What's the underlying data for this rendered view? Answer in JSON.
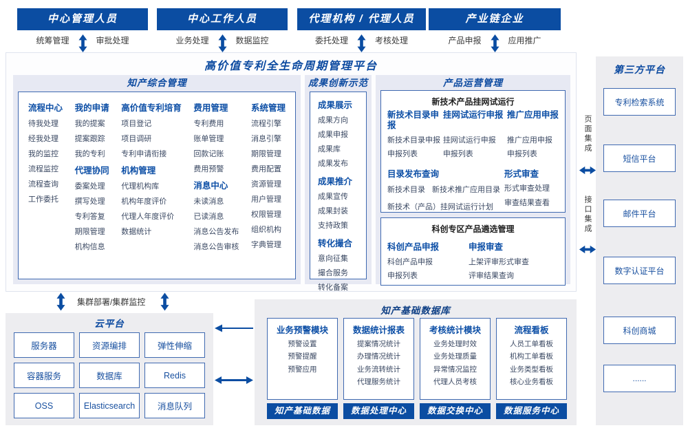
{
  "colors": {
    "primary": "#0b4da2",
    "section_bg": "#e7e9f3",
    "panel_bg": "#ededf0",
    "box_border": "#3e68b0",
    "blue_text": "#0d4fa6"
  },
  "roles": [
    {
      "title": "中心管理人员",
      "left_label": "统筹管理",
      "right_label": "审批处理"
    },
    {
      "title": "中心工作人员",
      "left_label": "业务处理",
      "right_label": "数据监控"
    },
    {
      "title": "代理机构 / 代理人员",
      "left_label": "委托处理",
      "right_label": "考核处理"
    },
    {
      "title": "产业链企业",
      "left_label": "产品申报",
      "right_label": "应用推广"
    }
  ],
  "platform": {
    "title": "高价值专利全生命周期管理平台",
    "ip": {
      "title": "知产综合管理",
      "columns": [
        {
          "groups": [
            {
              "header": "流程中心",
              "items": [
                "待我处理",
                "经我处理",
                "我的监控",
                "流程监控",
                "流程查询",
                "工作委托"
              ]
            }
          ]
        },
        {
          "groups": [
            {
              "header": "我的申请",
              "items": [
                "我的提案",
                "提案跟踪",
                "我的专利"
              ]
            },
            {
              "header": "代理协同",
              "items": [
                "委案处理",
                "撰写处理",
                "专利答复",
                "期限管理",
                "机构信息"
              ]
            }
          ]
        },
        {
          "groups": [
            {
              "header": "高价值专利培育",
              "items": [
                "项目登记",
                "项目调研",
                "专利申请衔接"
              ]
            },
            {
              "header": "机构管理",
              "items": [
                "代理机构库",
                "机构年度评价",
                "代理人年度评价",
                "数据统计"
              ]
            }
          ]
        },
        {
          "groups": [
            {
              "header": "费用管理",
              "items": [
                "专利费用",
                "账单管理",
                "回款记账",
                "费用预警"
              ]
            },
            {
              "header": "消息中心",
              "items": [
                "未读消息",
                "已读消息",
                "消息公告发布",
                "消息公告审核"
              ]
            }
          ]
        },
        {
          "groups": [
            {
              "header": "系统管理",
              "items": [
                "流程引擎",
                "消息引擎",
                "期限管理",
                "费用配置",
                "资源管理",
                "用户管理",
                "权限管理",
                "组织机构",
                "字典管理"
              ]
            }
          ]
        }
      ]
    },
    "achv": {
      "title": "成果创新示范",
      "groups": [
        {
          "header": "成果展示",
          "items": [
            "成果方向",
            "成果申报",
            "成果库",
            "成果发布"
          ]
        },
        {
          "header": "成果推介",
          "items": [
            "成果宣传",
            "成果封装",
            "支持政策"
          ]
        },
        {
          "header": "转化撮合",
          "items": [
            "意向征集",
            "撮合服务",
            "转化备案"
          ]
        }
      ]
    },
    "ops": {
      "title": "产品运营管理",
      "box1": {
        "title": "新技术产品挂网试运行",
        "groups": [
          {
            "header": "新技术目录申报",
            "items": [
              "新技术目录申报",
              "申报列表"
            ]
          },
          {
            "header": "挂网试运行申报",
            "items": [
              "挂网试运行申报",
              "申报列表"
            ]
          },
          {
            "header": "推广应用申报",
            "items": [
              "推广应用申报",
              "申报列表"
            ]
          }
        ],
        "catalog": {
          "header": "目录发布查询",
          "row1_items": [
            "新技术目录",
            "新技术推广应用目录"
          ],
          "row2": "新技术（产品）挂网试运行计划"
        },
        "review": {
          "header": "形式审查",
          "items": [
            "形式审查处理",
            "审查结果查看"
          ]
        }
      },
      "box2": {
        "title": "科创专区产品遴选管理",
        "groups": [
          {
            "header": "科创产品申报",
            "items": [
              "科创产品申报",
              "申报列表"
            ]
          },
          {
            "header": "申报审查",
            "items": [
              "上架评审形式审查",
              "评审结果查询"
            ]
          }
        ]
      }
    }
  },
  "integration": {
    "page": "页面集成",
    "api": "接口集成"
  },
  "third_party": {
    "title": "第三方平台",
    "items": [
      "专利检索系统",
      "短信平台",
      "邮件平台",
      "数字认证平台",
      "科创商城",
      "......"
    ]
  },
  "cluster_label": "集群部署/集群监控",
  "cloud": {
    "title": "云平台",
    "items": [
      "服务器",
      "资源编排",
      "弹性伸缩",
      "容器服务",
      "数据库",
      "Redis",
      "OSS",
      "Elasticsearch",
      "消息队列"
    ]
  },
  "kb": {
    "title": "知产基础数据库",
    "modules": [
      {
        "header": "业务预警模块",
        "items": [
          "预警设置",
          "预警提醒",
          "预警应用"
        ],
        "footer": "知产基础数据"
      },
      {
        "header": "数据统计报表",
        "items": [
          "提案情况统计",
          "办理情况统计",
          "业务流转统计",
          "代理服务统计"
        ],
        "footer": "数据处理中心"
      },
      {
        "header": "考核统计模块",
        "items": [
          "业务处理时效",
          "业务处理质量",
          "异常情况监控",
          "代理人员考核"
        ],
        "footer": "数据交换中心"
      },
      {
        "header": "流程看板",
        "items": [
          "人员工单看板",
          "机构工单看板",
          "业务类型看板",
          "核心业务看板"
        ],
        "footer": "数据服务中心"
      }
    ]
  }
}
